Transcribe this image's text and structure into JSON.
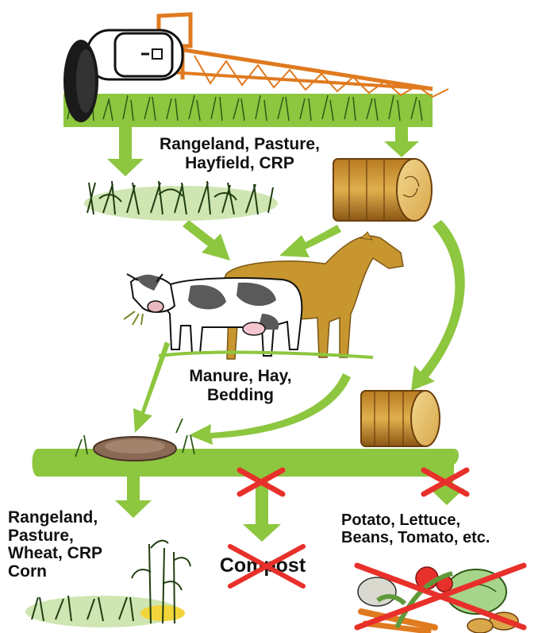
{
  "colors": {
    "arrow_green": "#8dc63f",
    "grass_green": "#5f9a3a",
    "cross_red": "#e8302a",
    "hay_gold": "#d49a3c",
    "horse_tan": "#c8962f",
    "sprayer_orange": "#e07a1f"
  },
  "labels": {
    "sources": "Rangeland, Pasture,\nHayfield, CRP",
    "manure": "Manure, Hay,\nBedding",
    "safe_uses": "Rangeland,\nPasture,\nWheat, CRP\nCorn",
    "compost": "Compost",
    "vegetables": "Potato, Lettuce,\nBeans, Tomato, etc."
  },
  "icons": [
    "sprayer-icon",
    "grass-icon",
    "hay-bale-icon",
    "horse-icon",
    "cow-icon",
    "manure-pile-icon",
    "corn-icon",
    "vegetables-icon",
    "cross-icon"
  ]
}
